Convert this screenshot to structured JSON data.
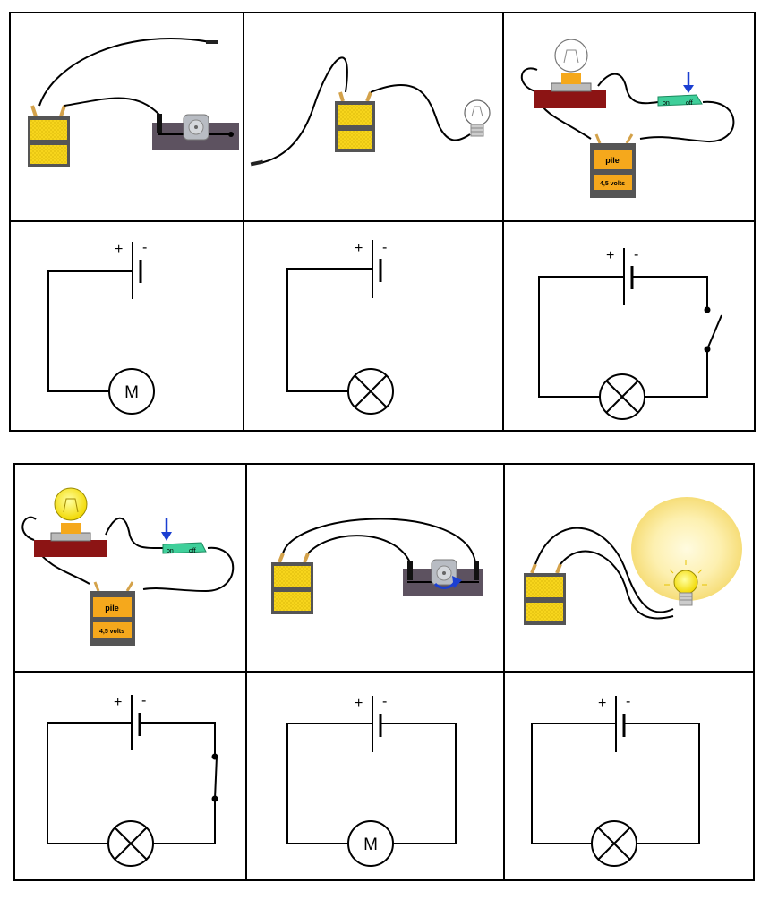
{
  "symbols": {
    "plus": "+",
    "minus": "-",
    "motor": "M"
  },
  "battery_box": {
    "name": "pile",
    "voltage": "4,5 volts"
  },
  "switch": {
    "on": "on",
    "off": "off"
  },
  "colors": {
    "battery_yellow": "#f7d51c",
    "battery_box_orange": "#f5a81c",
    "lamp_base_red": "#8c1414",
    "switch_green": "#3fcf9a",
    "arrow_blue": "#1b3fd1",
    "motor_board": "#5d5260",
    "lit_glow": "#fbe27a"
  },
  "icons": [
    "battery-icon",
    "motor-icon",
    "bulb-icon",
    "switch-icon",
    "lamp-symbol",
    "motor-symbol",
    "battery-symbol"
  ]
}
